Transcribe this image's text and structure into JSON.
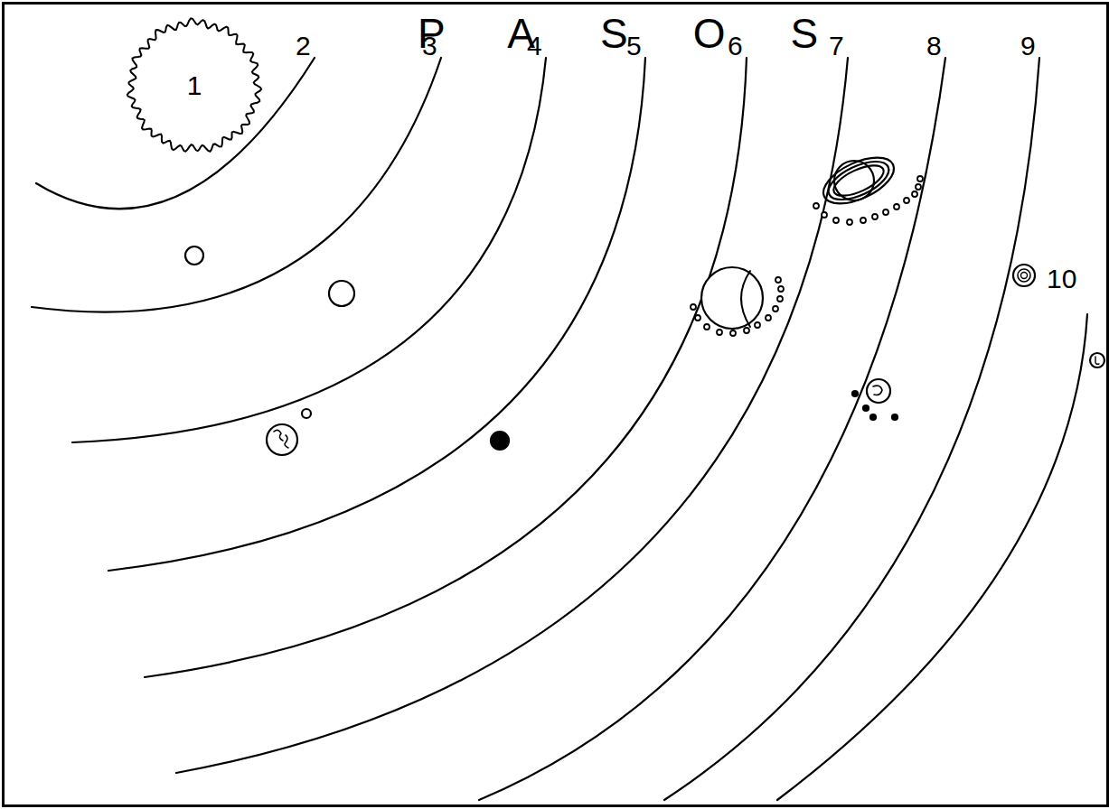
{
  "diagram": {
    "title": "PASOS",
    "nodes": [
      {
        "text": [
          "1"
        ]
      }
    ],
    "labels": [
      "2",
      "3",
      "4",
      "5",
      "6",
      "7",
      "8",
      "9",
      "10"
    ]
  }
}
